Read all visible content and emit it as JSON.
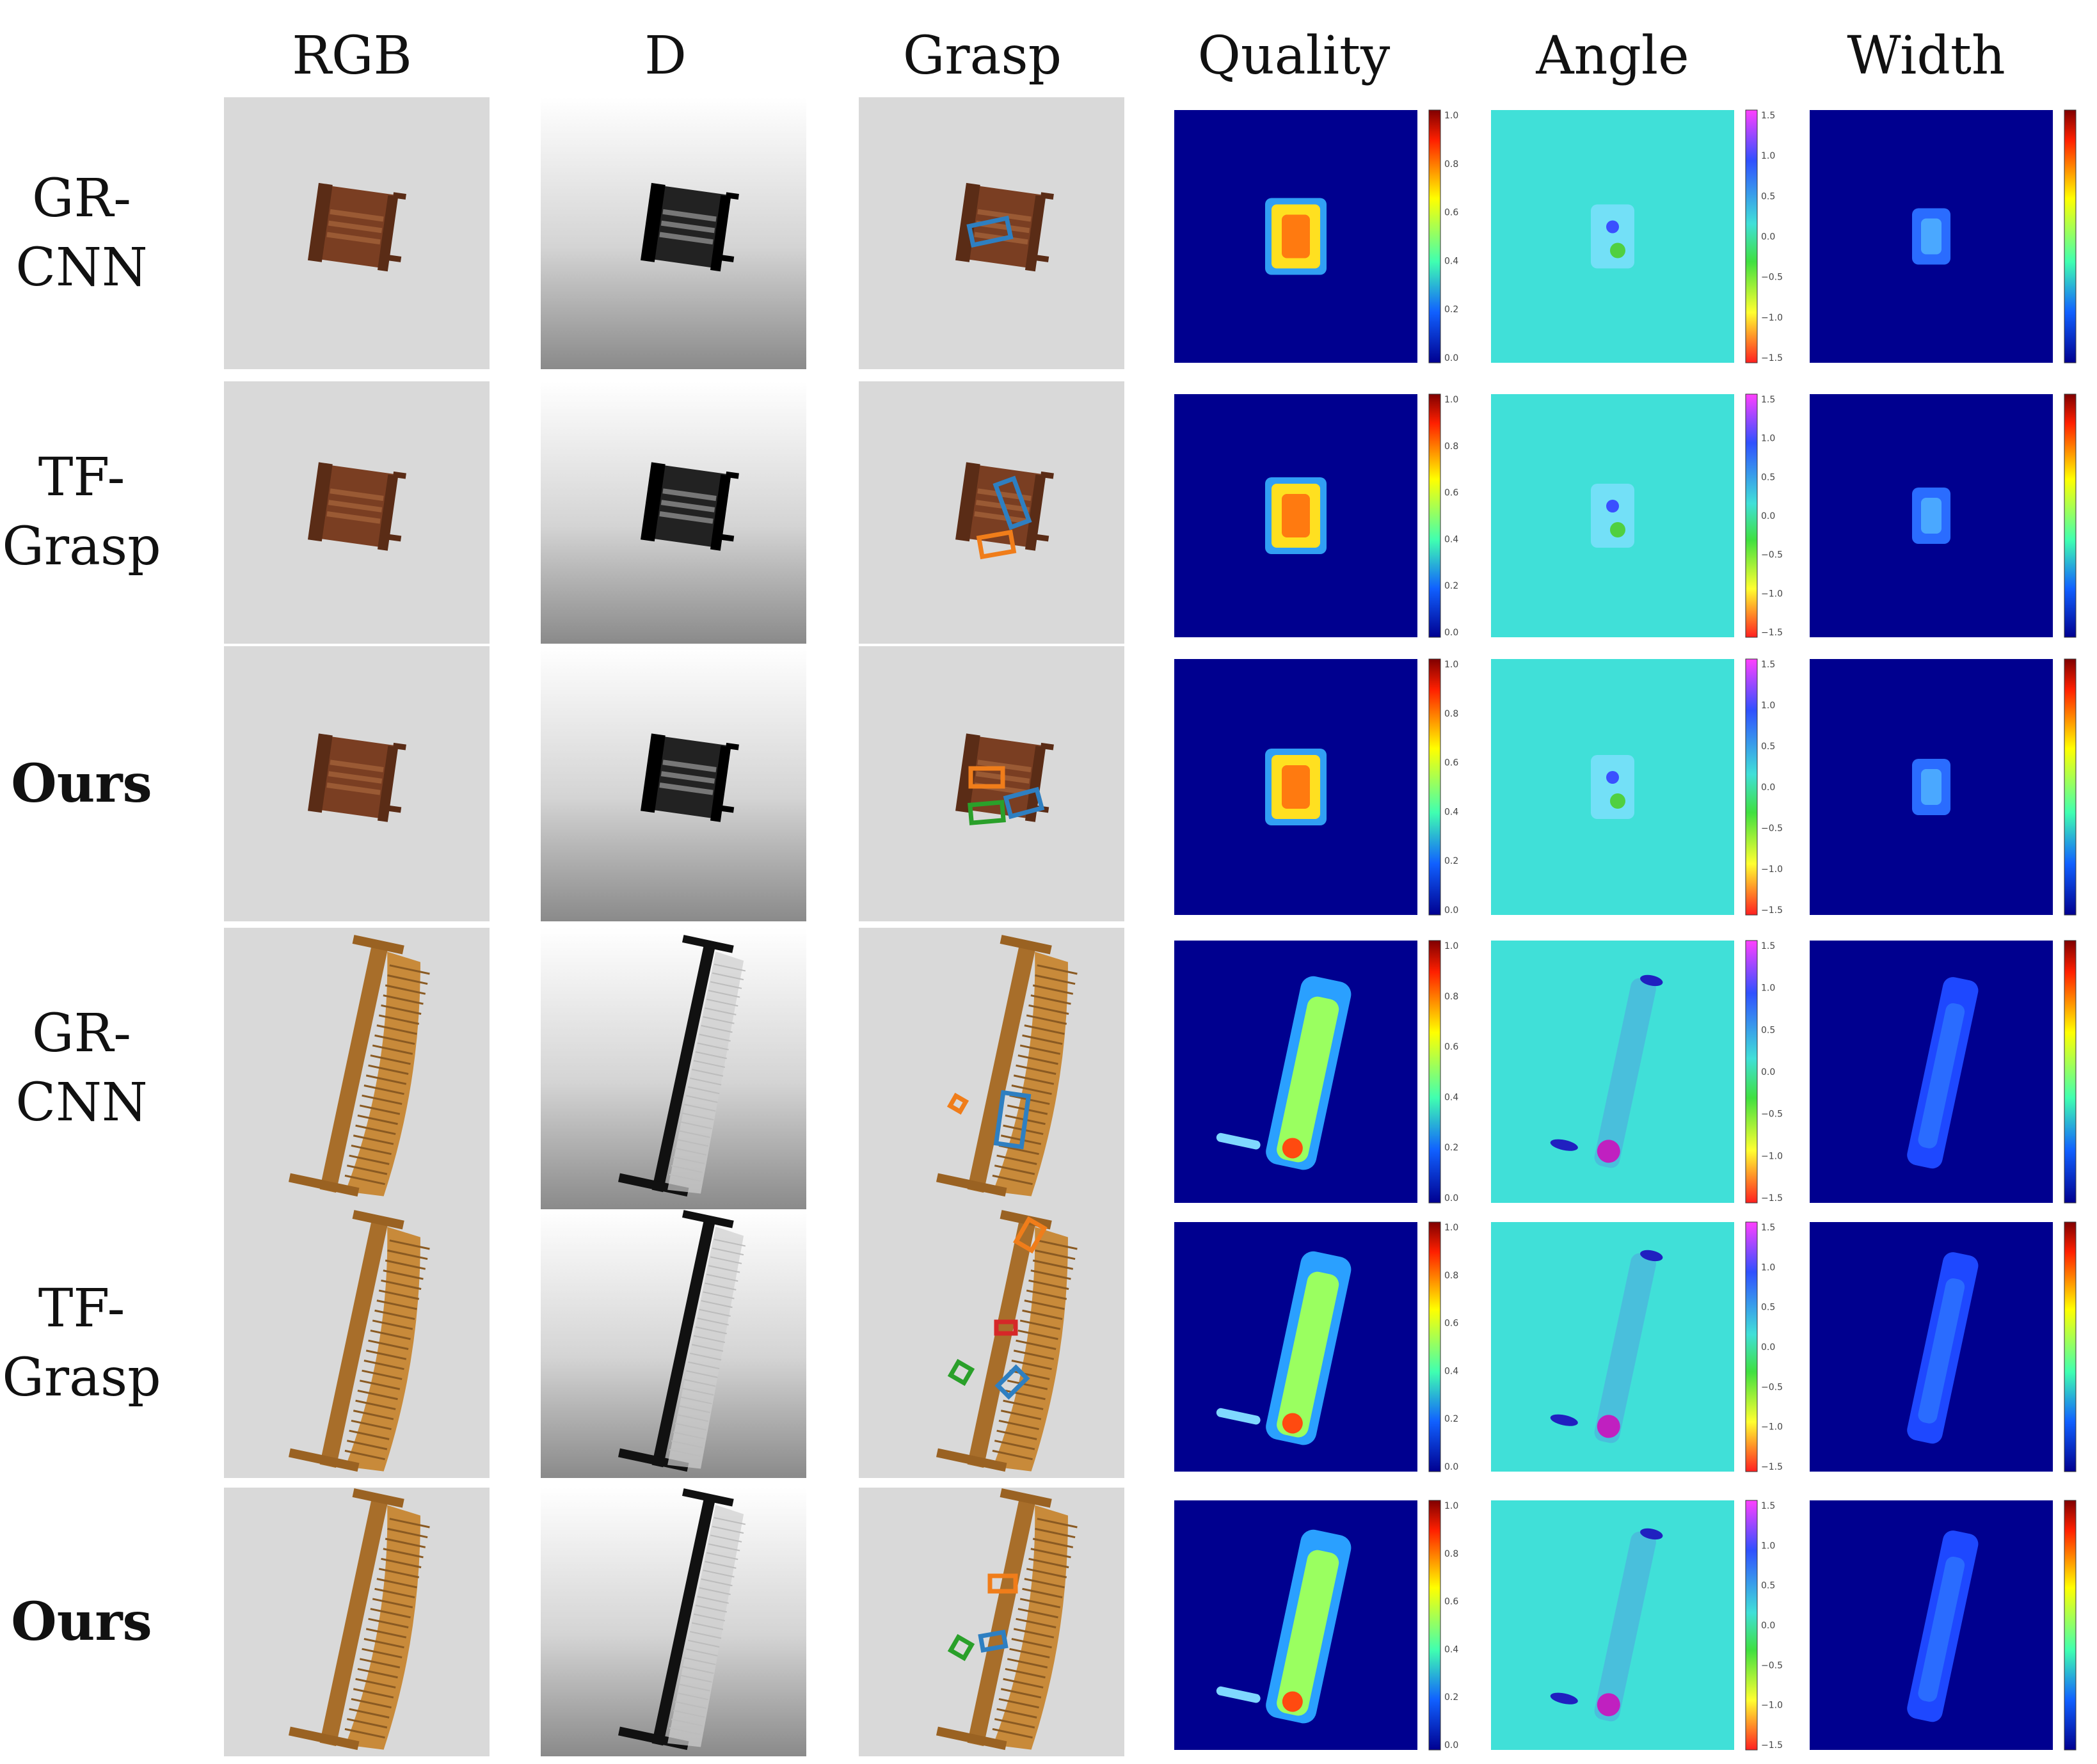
{
  "column_headers": [
    "RGB",
    "D",
    "Grasp",
    "Quality",
    "Angle",
    "Width"
  ],
  "rows": [
    {
      "label_lines": [
        "GR-",
        "CNN"
      ],
      "bold": false,
      "object": "chair"
    },
    {
      "label_lines": [
        "TF-",
        "Grasp"
      ],
      "bold": false,
      "object": "chair"
    },
    {
      "label_lines": [
        "Ours"
      ],
      "bold": true,
      "object": "chair"
    },
    {
      "label_lines": [
        "GR-",
        "CNN"
      ],
      "bold": false,
      "object": "bench"
    },
    {
      "label_lines": [
        "TF-",
        "Grasp"
      ],
      "bold": false,
      "object": "bench"
    },
    {
      "label_lines": [
        "Ours"
      ],
      "bold": true,
      "object": "bench"
    }
  ],
  "colorbars": {
    "quality_ticks": [
      "1.0",
      "0.8",
      "0.6",
      "0.4",
      "0.2",
      "0.0"
    ],
    "angle_ticks": [
      "1.5",
      "1.0",
      "0.5",
      "0.0",
      "−0.5",
      "−1.0",
      "−1.5"
    ]
  },
  "colors": {
    "heat_background": "#00008f",
    "angle_background": "#40e0d8",
    "grasp_blue": "#2e7fc1",
    "grasp_orange": "#f07d1a",
    "grasp_green": "#2aa02a",
    "grasp_red": "#d62728",
    "chair_brown": "#7a3e22",
    "bench_wood": "#c88a3a"
  }
}
